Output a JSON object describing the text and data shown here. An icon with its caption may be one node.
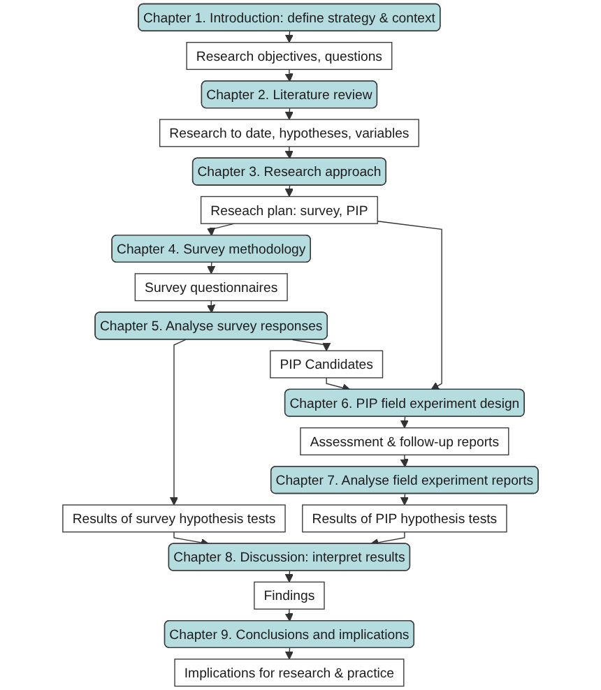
{
  "diagram": {
    "nodes": [
      {
        "text": [
          "Chapter 1. Introduction: define strategy & context"
        ]
      },
      {
        "text": [
          "Research objectives, questions"
        ]
      },
      {
        "text": [
          "Chapter 2. Literature review"
        ]
      },
      {
        "text": [
          "Research to date, hypotheses, variables"
        ]
      },
      {
        "text": [
          "Chapter 3. Research approach"
        ]
      },
      {
        "text": [
          "Reseach plan: survey, PIP"
        ]
      },
      {
        "text": [
          "Chapter 4. Survey methodology"
        ]
      },
      {
        "text": [
          "Survey questionnaires"
        ]
      },
      {
        "text": [
          "Results of survey hypothesis tests"
        ]
      },
      {
        "text": [
          "Chapter 5. Analyse survey responses"
        ]
      },
      {
        "text": [
          "PIP Candidates"
        ]
      },
      {
        "text": [
          "Chapter 6. PIP field experiment design"
        ]
      },
      {
        "text": [
          "Assessment & follow-up reports"
        ]
      },
      {
        "text": [
          "Results of PIP hypothesis tests"
        ]
      },
      {
        "text": [
          "Chapter 7. Analyse field experiment reports"
        ]
      },
      {
        "text": [
          "Chapter 8. Discussion: interpret results"
        ]
      },
      {
        "text": [
          "Findings"
        ]
      },
      {
        "text": [
          "Implications for research & practice"
        ]
      },
      {
        "text": [
          "Chapter 9. Conclusions and implications"
        ]
      }
    ],
    "edges": [
      {
        "from": 0,
        "to": 1,
        "arrow": "to"
      },
      {
        "from": 1,
        "to": 2,
        "arrow": "to"
      },
      {
        "from": 2,
        "to": 3,
        "arrow": "to"
      },
      {
        "from": 3,
        "to": 4,
        "arrow": "to"
      },
      {
        "from": 4,
        "to": 5,
        "arrow": "to"
      },
      {
        "from": 5,
        "to": 6,
        "arrow": "to"
      },
      {
        "from": 5,
        "to": 11,
        "arrow": "to"
      },
      {
        "from": 6,
        "to": 7,
        "arrow": "to"
      },
      {
        "from": 7,
        "to": 9,
        "arrow": "to"
      },
      {
        "from": 9,
        "to": 8,
        "arrow": "to"
      },
      {
        "from": 9,
        "to": 10,
        "arrow": "to"
      },
      {
        "from": 10,
        "to": 11,
        "arrow": "to"
      },
      {
        "from": 8,
        "to": 15,
        "arrow": "to"
      },
      {
        "from": 11,
        "to": 12,
        "arrow": "to"
      },
      {
        "from": 12,
        "to": 14,
        "arrow": "to"
      },
      {
        "from": 14,
        "to": 13,
        "arrow": "to"
      },
      {
        "from": 13,
        "to": 15,
        "arrow": "to"
      },
      {
        "from": 15,
        "to": 16,
        "arrow": "to"
      },
      {
        "from": 16,
        "to": 18,
        "arrow": "to"
      },
      {
        "from": 18,
        "to": 17,
        "arrow": "to"
      }
    ]
  }
}
